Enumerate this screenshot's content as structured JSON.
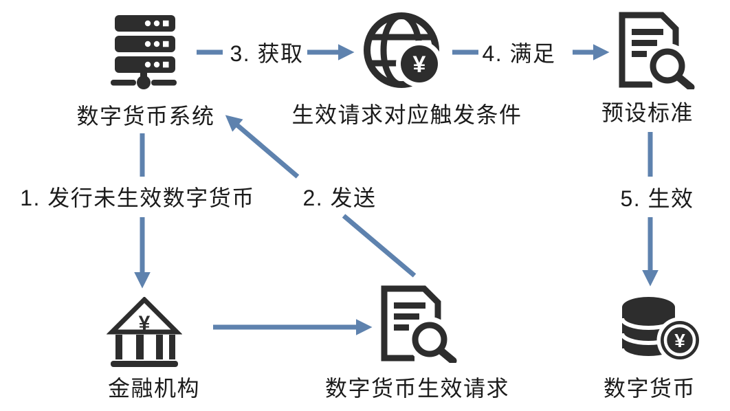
{
  "colors": {
    "background": "#ffffff",
    "icon": "#2d2d2d",
    "arrow": "#5e82ae",
    "text": "#1b1b1b"
  },
  "glyphs": {
    "yen": "¥"
  },
  "nodes": {
    "system": {
      "label": "数字货币系统",
      "icon": "server-icon"
    },
    "trigger_condition": {
      "label": "生效请求对应触发条件",
      "icon": "globe-yen-icon"
    },
    "preset_standard": {
      "label": "预设标准",
      "icon": "document-search-icon"
    },
    "financial_institution": {
      "label": "金融机构",
      "icon": "bank-yen-icon"
    },
    "activation_request": {
      "label": "数字货币生效请求",
      "icon": "document-search-icon"
    },
    "digital_currency": {
      "label": "数字货币",
      "icon": "coins-yen-icon"
    }
  },
  "edges": {
    "step1": {
      "label": "1. 发行未生效数字货币",
      "from": "数字货币系统",
      "to": "金融机构"
    },
    "step2": {
      "label": "2. 发送",
      "from": "数字货币生效请求",
      "to": "数字货币系统"
    },
    "step3": {
      "label": "3. 获取",
      "from": "数字货币系统",
      "to": "生效请求对应触发条件"
    },
    "step4": {
      "label": "4. 满足",
      "from": "生效请求对应触发条件",
      "to": "预设标准"
    },
    "step5": {
      "label": "5. 生效",
      "from": "预设标准",
      "to": "数字货币"
    },
    "submit": {
      "label": "",
      "from": "金融机构",
      "to": "数字货币生效请求"
    }
  }
}
